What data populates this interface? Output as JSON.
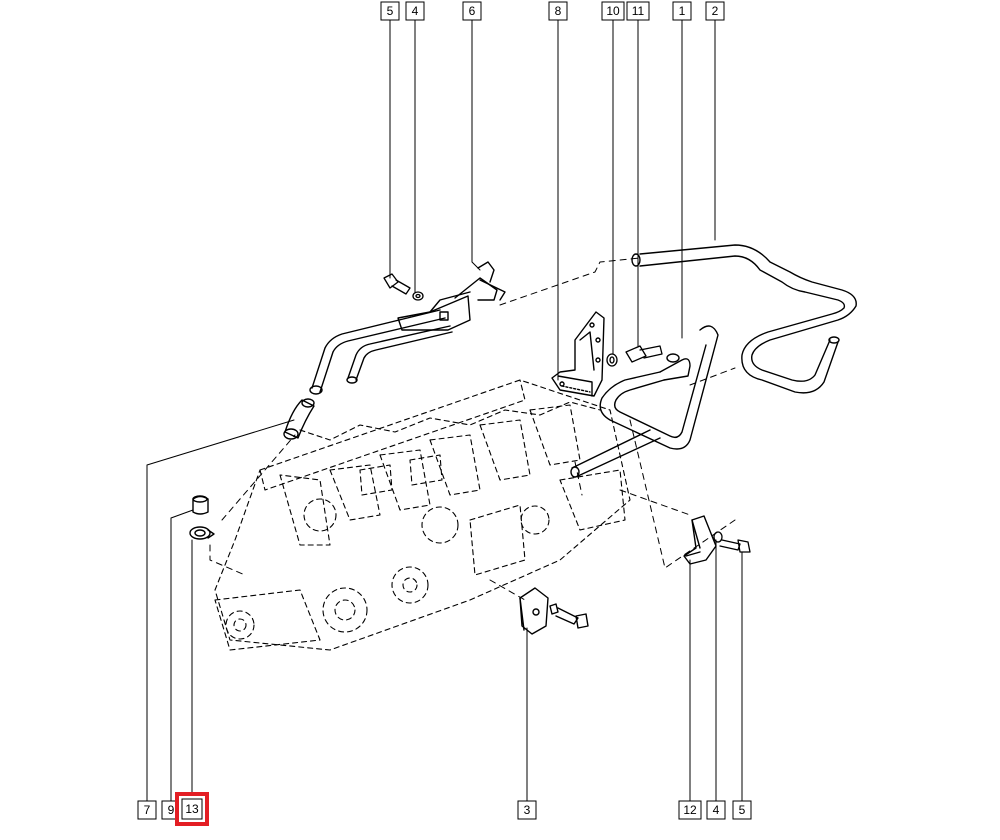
{
  "diagram": {
    "labels": {
      "top": [
        "5",
        "4",
        "6",
        "8",
        "10",
        "11",
        "1",
        "2"
      ],
      "bottom": [
        "7",
        "9",
        "13",
        "3",
        "12",
        "4",
        "5"
      ]
    },
    "highlighted_label": "13",
    "colors": {
      "line": "#000000",
      "background": "#ffffff",
      "highlight": "#e31e24"
    }
  }
}
